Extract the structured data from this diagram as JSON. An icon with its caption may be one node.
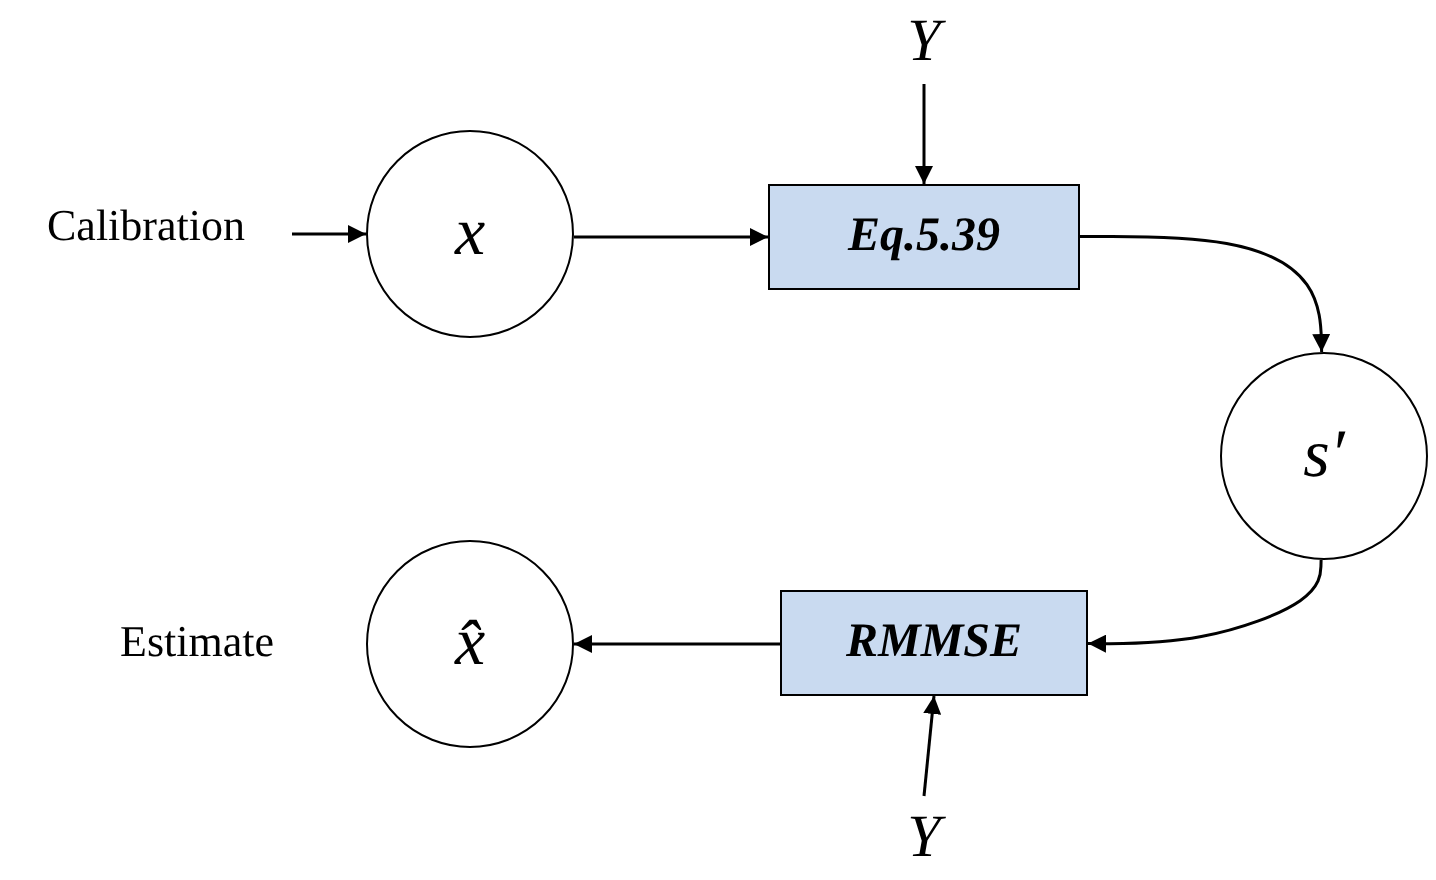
{
  "diagram": {
    "nodes": [
      {
        "text": [
          "Calibration"
        ]
      },
      {
        "text": [
          "x"
        ]
      },
      {
        "text": [
          "Eq.5.39"
        ]
      },
      {
        "text": [
          "Y"
        ]
      },
      {
        "text": [
          "s′"
        ]
      },
      {
        "text": [
          "RMMSE"
        ]
      },
      {
        "text": [
          "Y"
        ]
      },
      {
        "text": [
          "x̂"
        ],
        "beside": [
          "Estimate"
        ]
      }
    ],
    "edges": [
      {
        "from": 0,
        "to": 1,
        "arrow": "to"
      },
      {
        "from": 1,
        "to": 2,
        "arrow": "to"
      },
      {
        "from": 3,
        "to": 2,
        "arrow": "to"
      },
      {
        "from": 2,
        "to": 4,
        "arrow": "to"
      },
      {
        "from": 4,
        "to": 5,
        "arrow": "to"
      },
      {
        "from": 6,
        "to": 5,
        "arrow": "to"
      },
      {
        "from": 5,
        "to": 7,
        "arrow": "to"
      }
    ]
  }
}
